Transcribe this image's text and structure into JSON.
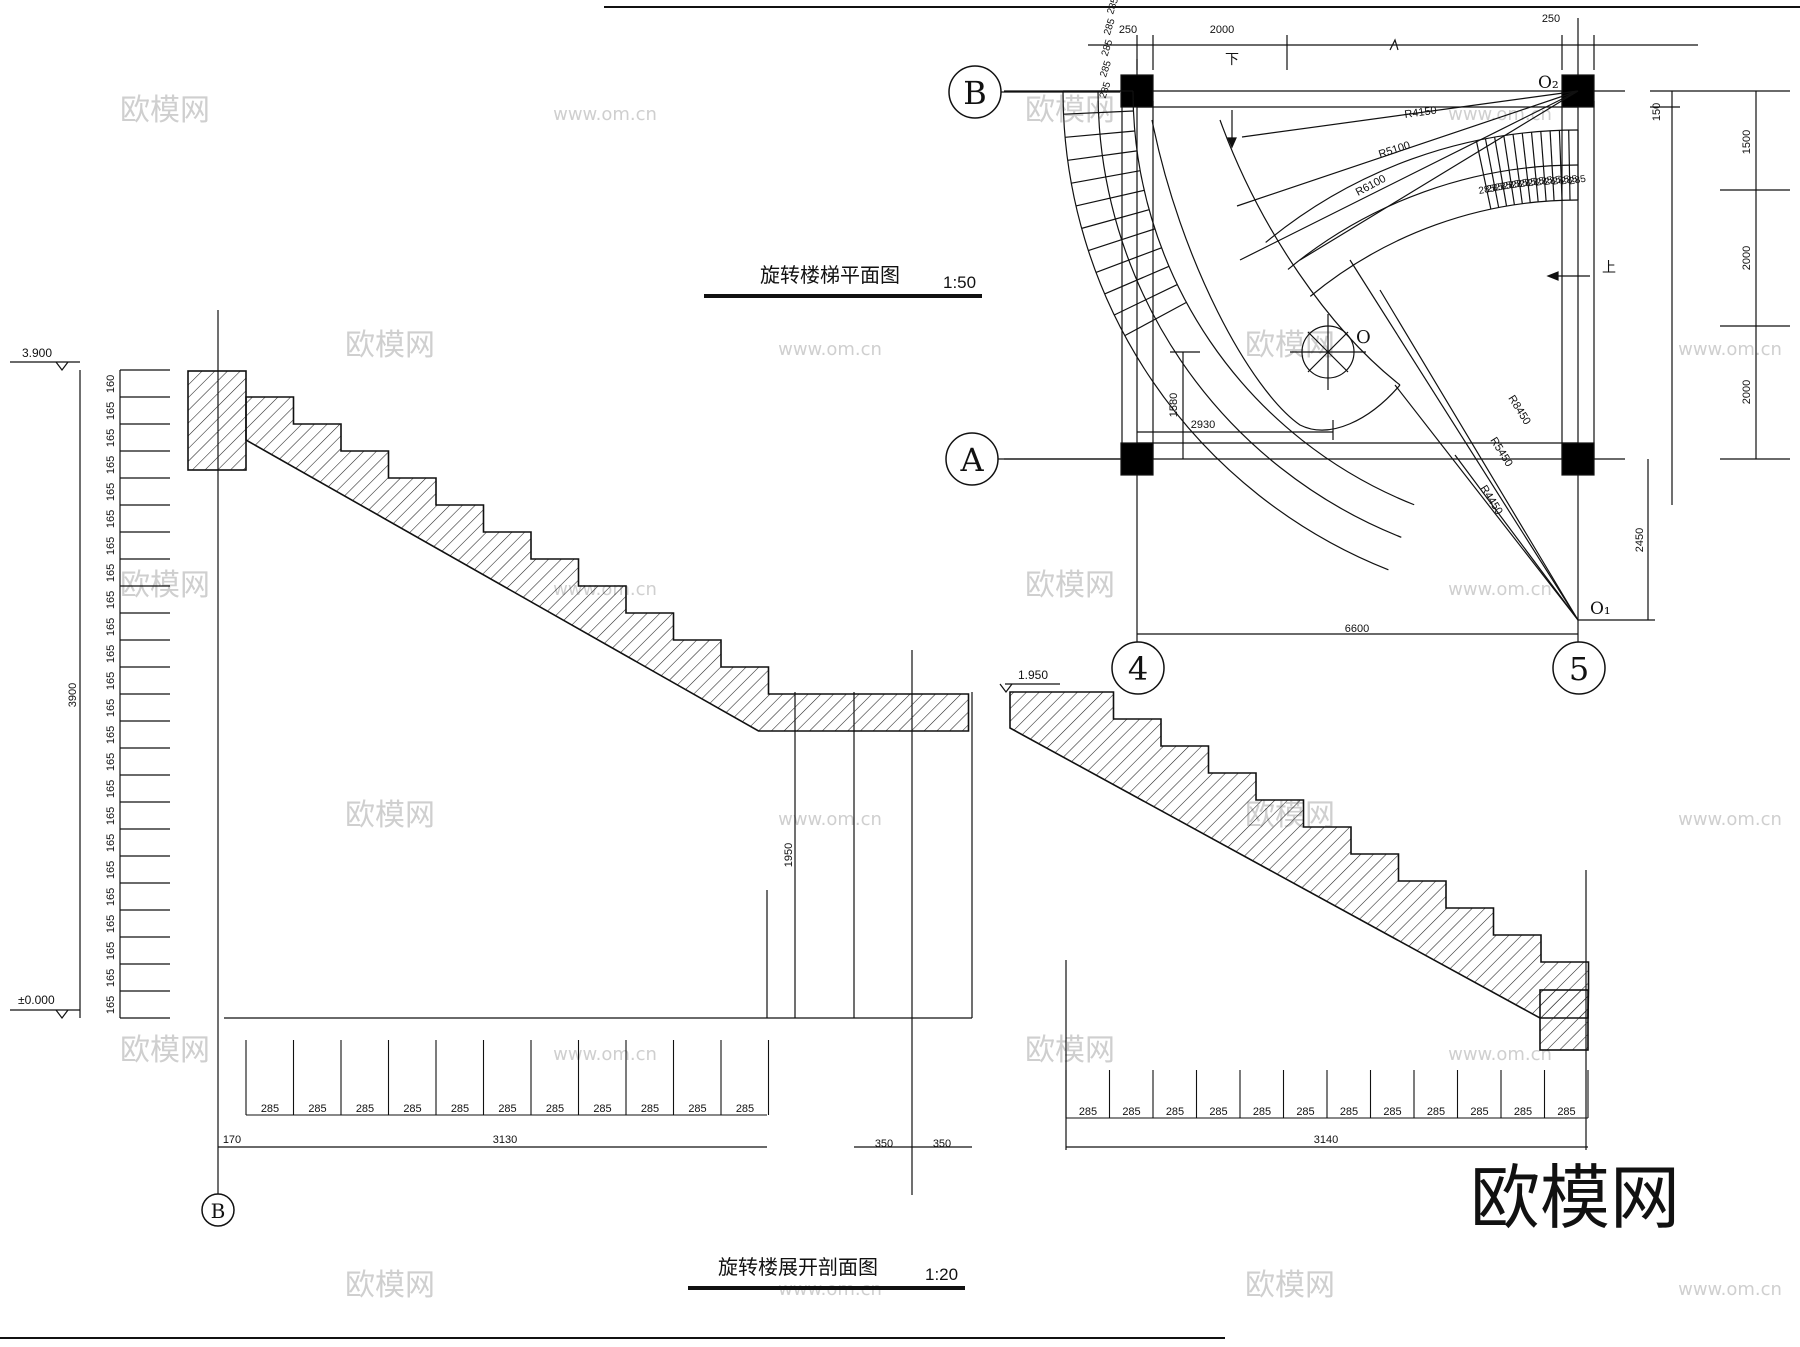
{
  "plan": {
    "title": "旋转楼梯平面图",
    "scale": "1:50",
    "axis_top": "B",
    "axis_bottom": "A",
    "axis_left": "4",
    "axis_right": "5",
    "dims_top": [
      "250",
      "2000",
      "250"
    ],
    "dims_right": [
      "150",
      "1500",
      "2000",
      "2000"
    ],
    "dims_lower_right": "2450",
    "dims_bottom": "6600",
    "dim_1580": "1580",
    "dim_2930": "2930",
    "radii": [
      "R4150",
      "R5100",
      "R6100",
      "R8450",
      "R5450",
      "R4450"
    ],
    "centers": [
      "O",
      "O₂",
      "O₁"
    ],
    "tread": "285",
    "down_label": "下",
    "up_label": "上"
  },
  "section": {
    "title": "旋转楼展开剖面图",
    "scale": "1:20",
    "level_top": "3.900",
    "level_bottom": "±0.000",
    "level_mid": "1.950",
    "riser": "165",
    "riser_first": "160",
    "total_height": "3900",
    "mid_height": "1950",
    "tread": "285",
    "dim_170": "170",
    "dim_3130": "3130",
    "dim_350": "350",
    "dim_3140": "3140",
    "axis": "B"
  },
  "watermark": {
    "brand": "欧模网",
    "url": "www.om.cn"
  }
}
